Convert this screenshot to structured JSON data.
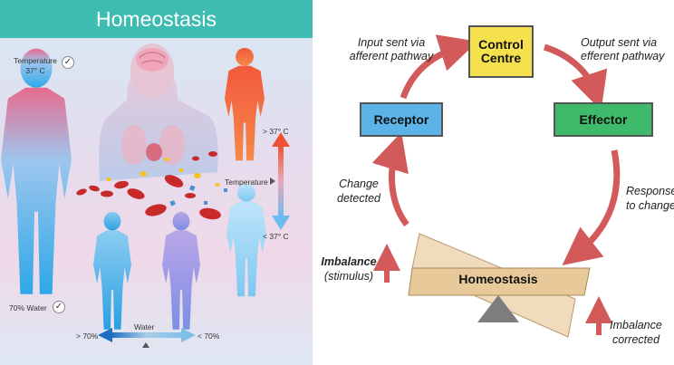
{
  "left": {
    "title": "Homeostasis",
    "temperature_label": "Temperature",
    "temperature_value": "37° C",
    "above_temp": "> 37° C",
    "below_temp": "< 37° C",
    "temperature_axis_label": "Temperature",
    "water_label": "70% Water",
    "water_axis_label": "Water",
    "above_water": "> 70%",
    "below_water": "< 70%",
    "check_glyph": "✓"
  },
  "right": {
    "control_centre": "Control Centre",
    "receptor": "Receptor",
    "effector": "Effector",
    "homeostasis": "Homeostasis",
    "input_line1": "Input sent via",
    "input_line2": "afferent pathway",
    "output_line1": "Output sent via",
    "output_line2": "efferent pathway",
    "change_line1": "Change",
    "change_line2": "detected",
    "response_line1": "Response",
    "response_line2": "to change",
    "imbalance_stimulus_line1": "Imbalance",
    "imbalance_stimulus_line2": "(stimulus)",
    "imbalance_corrected_line1": "Imbalance",
    "imbalance_corrected_line2": "corrected"
  },
  "colors": {
    "header_teal": "#3dbdb1",
    "control_yellow": "#f5e14e",
    "receptor_blue": "#5cb3e8",
    "effector_green": "#3fba6a",
    "arrow_red": "#d25a5a",
    "beam_tan": "#e8c99a"
  }
}
